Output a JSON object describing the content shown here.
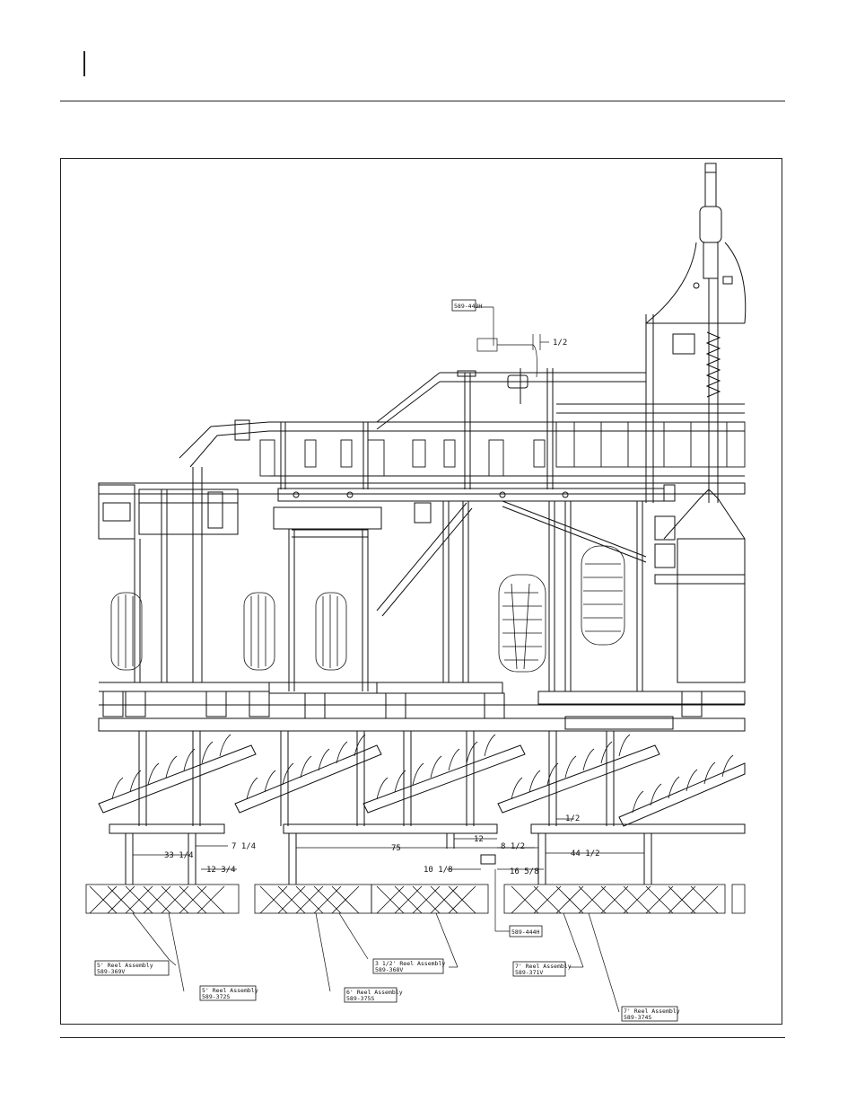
{
  "callouts": {
    "part_top": "589-443H",
    "part_mid": "589-444H"
  },
  "dimensions": {
    "d_top_half": "1/2",
    "d_33": "33 1/4",
    "d_7": "7 1/4",
    "d_12_3": "12 3/4",
    "d_75": "75",
    "d_12": "12",
    "d_10": "10 1/8",
    "d_8": "8 1/2",
    "d_16": "16 5/8",
    "d_44": "44 1/2",
    "d_half2": "1/2"
  },
  "assemblies": [
    {
      "line1": "5' Reel Assembly",
      "line2": "589-369V"
    },
    {
      "line1": "5' Reel Assembly",
      "line2": "589-372S"
    },
    {
      "line1": "6' Reel Assembly",
      "line2": "589-375S"
    },
    {
      "line1": "3 1/2' Reel Assembly",
      "line2": "589-368V"
    },
    {
      "line1": "7' Reel Assembly",
      "line2": "589-371V"
    },
    {
      "line1": "7' Reel Assembly",
      "line2": "589-374S"
    }
  ]
}
